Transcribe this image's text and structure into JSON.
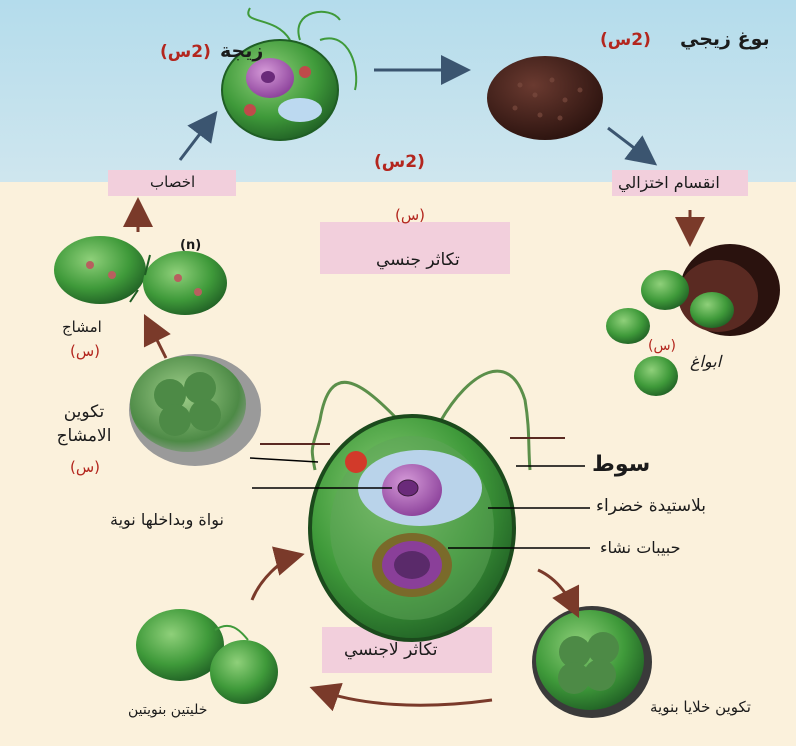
{
  "labels": {
    "zygote": "زيجة",
    "zygote_ploidy": "(2س)",
    "zygospore": "بوغ زيجي",
    "zygospore_ploidy": "(2س)",
    "center_top_ploidy": "(2س)",
    "center_haploid": "(س)",
    "fertilization": "اخصاب",
    "meiosis": "انقسام اختزالي",
    "sexual_reproduction": "تكاثر جنسي",
    "n_marker": "(n)",
    "gametes": "امشاج",
    "gametes_ploidy": "(س)",
    "gamete_formation": "تكوين الامشاج",
    "gamete_formation_ploidy": "(س)",
    "spores": "ابواغ",
    "spores_ploidy": "(س)",
    "flagellum": "سوط",
    "chloroplast": "بلاستيدة خضراء",
    "nucleus": "نواة وبداخلها نوية",
    "starch": "حبيبات نشاء",
    "asexual_reproduction": "تكاثر لاجنسي",
    "daughter_cells_formation": "تكوين خلايا بنوية",
    "two_daughter_cells": "خليتين بنويتين"
  },
  "colors": {
    "sky": "#b4dcec",
    "ground": "#fbf1dc",
    "label_box": "#f2cfdc",
    "ploidy_text": "#b3261e",
    "cell_green": "#3f9a3a",
    "nucleus": "#9a4aa8"
  }
}
